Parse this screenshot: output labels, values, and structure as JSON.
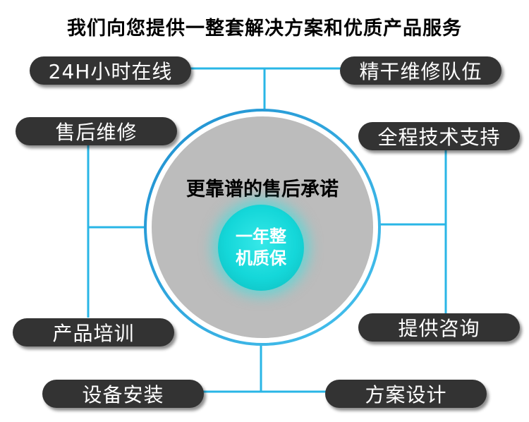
{
  "title": "我们向您提供一整套解决方案和优质产品服务",
  "center": {
    "heading": "更靠谱的售后承诺",
    "core_line1": "一年整",
    "core_line2": "机质保"
  },
  "services": {
    "hour24": "24H小时在线",
    "team": "精干维修队伍",
    "after_sales": "售后维修",
    "tech_support": "全程技术支持",
    "training": "产品培训",
    "consulting": "提供咨询",
    "installation": "设备安装",
    "design": "方案设计"
  },
  "colors": {
    "connector": "#29b6e6",
    "pill": "#333333",
    "circle_fill": "#bdbdbd",
    "circle_ring": "#2ea7de",
    "core": "#14d7d9"
  }
}
